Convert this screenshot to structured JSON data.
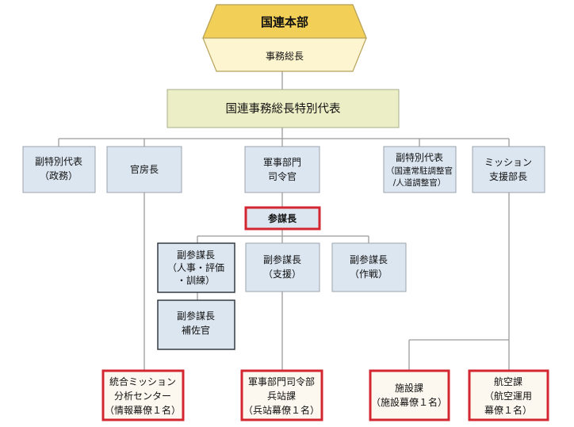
{
  "org_chart": {
    "top": {
      "name": "国連本部",
      "sub": "事務総長"
    },
    "special_representative": "国連事務総長特別代表",
    "upper_row": [
      {
        "lines": [
          "副特別代表",
          "（政務）"
        ]
      },
      {
        "lines": [
          "官房長"
        ]
      },
      {
        "lines": [
          "軍事部門",
          "司令官"
        ]
      },
      {
        "lines": [
          "副特別代表",
          "（国連常駐調整官",
          "/人道調整官）"
        ]
      },
      {
        "lines": [
          "ミッション",
          "支援部長"
        ]
      }
    ],
    "chief_of_staff": "参謀長",
    "deputies": [
      {
        "lines": [
          "副参謀長",
          "（人事・評価",
          "・訓練）"
        ]
      },
      {
        "lines": [
          "副参謀長",
          "（支援）"
        ]
      },
      {
        "lines": [
          "副参謀長",
          "（作戦）"
        ]
      }
    ],
    "assistant": {
      "lines": [
        "副参謀長",
        "補佐官"
      ]
    },
    "bottom_row": [
      {
        "lines": [
          "統合ミッション",
          "分析センター",
          "（情報幕僚１名）"
        ]
      },
      {
        "lines": [
          "軍事部門司令部",
          "兵站課",
          "（兵站幕僚１名）"
        ]
      },
      {
        "lines": [
          "施設課",
          "（施設幕僚１名）"
        ]
      },
      {
        "lines": [
          "航空課",
          "（航空運用",
          "幕僚１名）"
        ]
      }
    ]
  },
  "colors": {
    "gold_fill": "#f2cf57",
    "beige_fill": "#fdf5cf",
    "sr_fill": "#ecefc5",
    "box_fill": "#dce6f1",
    "box_border": "#9aa3ad",
    "dark_border": "#333a42",
    "highlight_border": "#d32630",
    "pale_fill": "#fdf8ef",
    "connector": "#9a9a9a"
  }
}
